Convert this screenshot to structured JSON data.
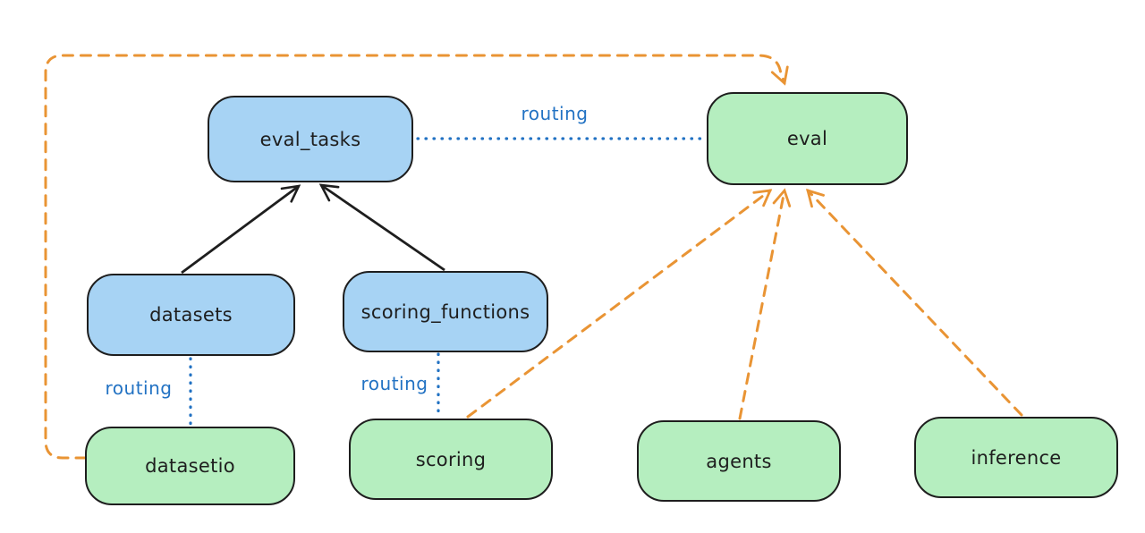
{
  "diagram": {
    "nodes": [
      {
        "id": "eval_tasks",
        "label": "eval_tasks",
        "variant": "blue"
      },
      {
        "id": "eval",
        "label": "eval",
        "variant": "green"
      },
      {
        "id": "datasets",
        "label": "datasets",
        "variant": "blue"
      },
      {
        "id": "scoring_functions",
        "label": "scoring_functions",
        "variant": "blue"
      },
      {
        "id": "datasetio",
        "label": "datasetio",
        "variant": "green"
      },
      {
        "id": "scoring",
        "label": "scoring",
        "variant": "green"
      },
      {
        "id": "agents",
        "label": "agents",
        "variant": "green"
      },
      {
        "id": "inference",
        "label": "inference",
        "variant": "green"
      }
    ],
    "edges": [
      {
        "from": "datasets",
        "to": "eval_tasks",
        "style": "solid-arrow",
        "color": "ink"
      },
      {
        "from": "scoring_functions",
        "to": "eval_tasks",
        "style": "solid-arrow",
        "color": "ink"
      },
      {
        "from": "eval_tasks",
        "to": "eval",
        "style": "dotted",
        "color": "routing_blue",
        "label": "routing"
      },
      {
        "from": "datasets",
        "to": "datasetio",
        "style": "dotted",
        "color": "routing_blue",
        "label": "routing"
      },
      {
        "from": "scoring_functions",
        "to": "scoring",
        "style": "dotted",
        "color": "routing_blue",
        "label": "routing"
      },
      {
        "from": "scoring",
        "to": "eval",
        "style": "dashed-arrow",
        "color": "orange"
      },
      {
        "from": "agents",
        "to": "eval",
        "style": "dashed-arrow",
        "color": "orange"
      },
      {
        "from": "inference",
        "to": "eval",
        "style": "dashed-arrow",
        "color": "orange"
      },
      {
        "from": "datasetio",
        "to": "eval",
        "style": "dashed-arrow",
        "color": "orange",
        "route": "left-top-loop"
      }
    ],
    "colors": {
      "blue_fill": "#a7d3f4",
      "green_fill": "#b5eebf",
      "ink": "#1e1e1e",
      "routing_blue": "#2272c3",
      "orange": "#e99434",
      "background": "#ffffff"
    }
  }
}
